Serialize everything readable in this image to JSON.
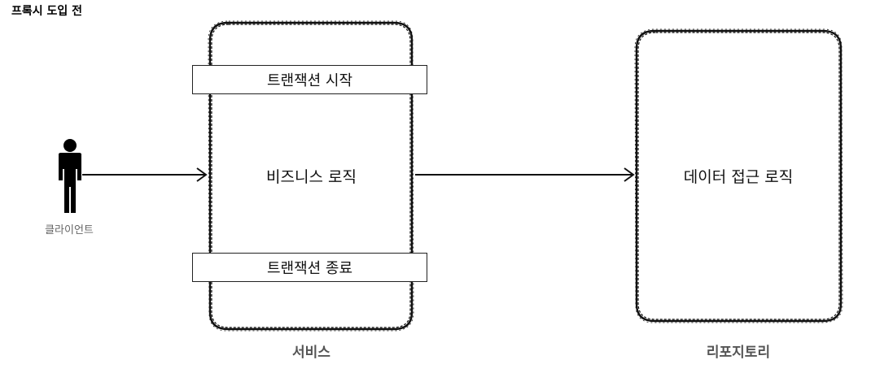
{
  "title": "프록시 도입 전",
  "client": {
    "label": "클라이언트",
    "icon": "person-icon"
  },
  "service": {
    "caption": "서비스",
    "logic_label": "비즈니스 로직",
    "tx_start_label": "트랜잭션 시작",
    "tx_end_label": "트랜잭션 종료"
  },
  "repository": {
    "caption": "리포지토리",
    "logic_label": "데이터 접근 로직"
  },
  "colors": {
    "stroke": "#111111",
    "caption": "#555555",
    "client_label": "#666666"
  }
}
